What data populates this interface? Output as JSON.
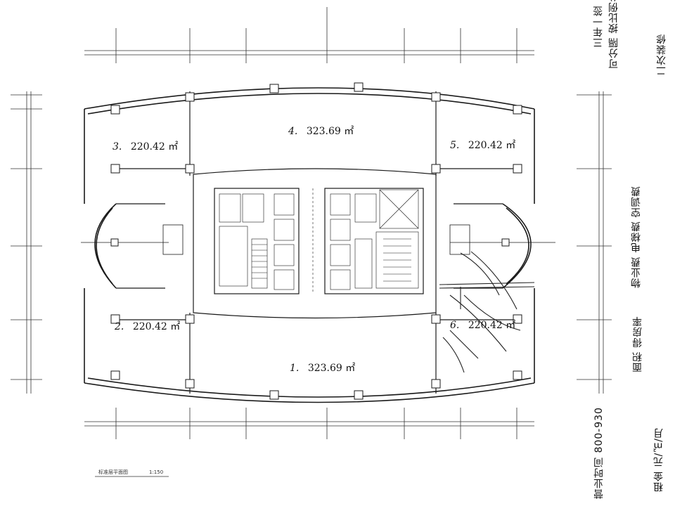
{
  "units": [
    {
      "id": "unit-1",
      "number": "1.",
      "area": "323.69 ㎡"
    },
    {
      "id": "unit-2",
      "number": "2.",
      "area": "220.42 ㎡"
    },
    {
      "id": "unit-3",
      "number": "3.",
      "area": "220.42 ㎡"
    },
    {
      "id": "unit-4",
      "number": "4.",
      "area": "323.69 ㎡"
    },
    {
      "id": "unit-5",
      "number": "5.",
      "area": "220.42 ㎡"
    },
    {
      "id": "unit-6",
      "number": "6.",
      "area": "220.42 ㎡"
    }
  ],
  "notes": {
    "col1": "三年一签",
    "col2": "可分隔 按比例分摊",
    "col3": "二次装修",
    "col4": "物业费 电梯费 空调费",
    "col5": "面积 得房率",
    "col6": "租金 元/㎡/月",
    "col7": "营业时间 800-930"
  },
  "drawing": {
    "title": "标准层平面图",
    "subtitle": "1:150"
  },
  "colors": {
    "line": "#1a1a1a",
    "faint": "#555555",
    "hatch": "#222222"
  }
}
